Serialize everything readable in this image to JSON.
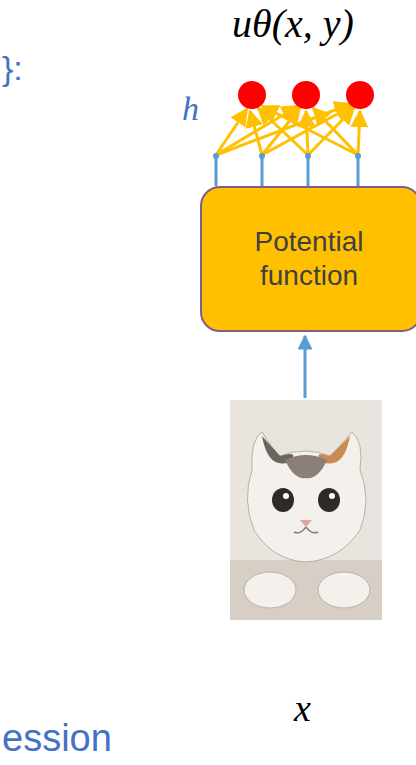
{
  "diagram": {
    "nodes": [
      {
        "text": [
          "Potential function"
        ]
      }
    ],
    "labels": [
      "uθ(x, y)",
      "}:",
      "h",
      "ession",
      "x"
    ]
  }
}
